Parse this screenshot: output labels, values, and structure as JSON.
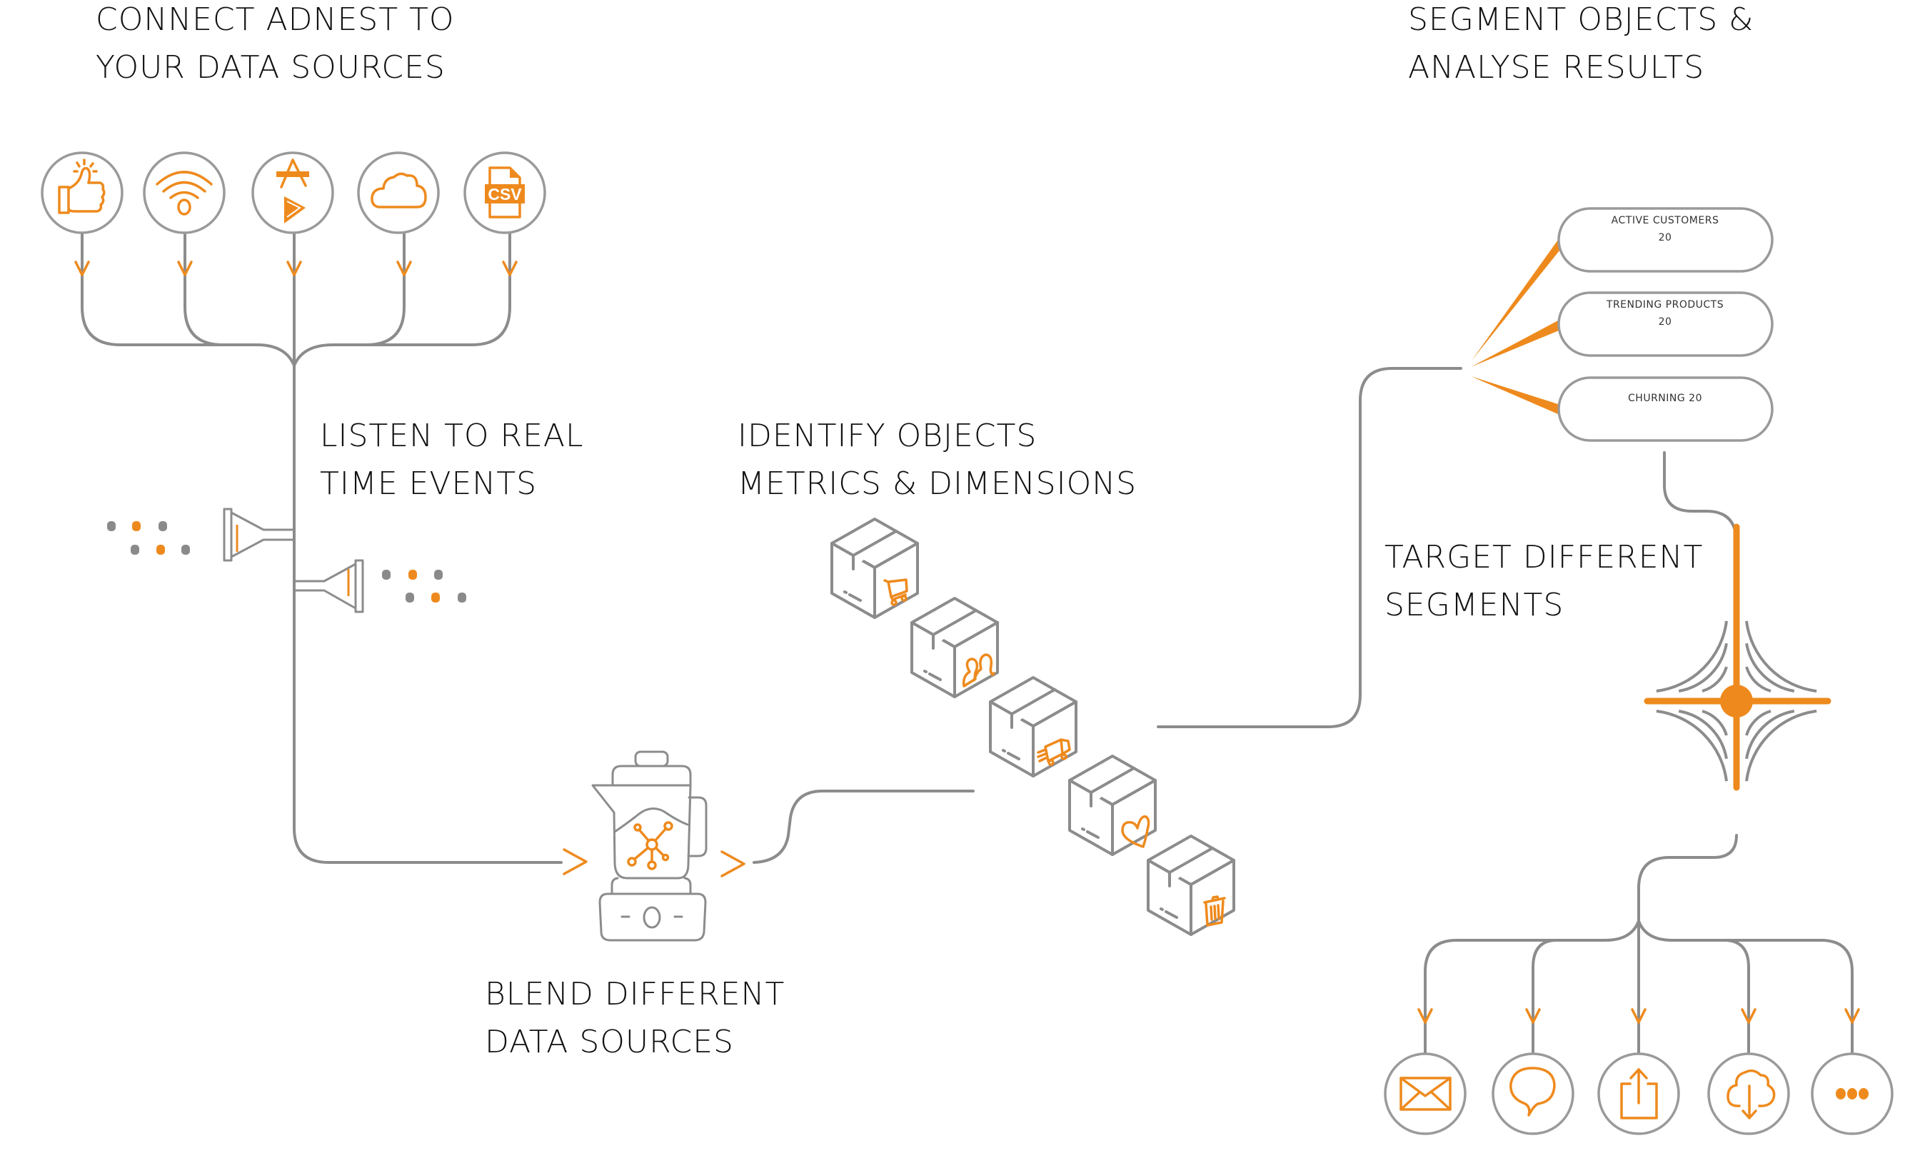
{
  "headings": {
    "connect": {
      "line1": "CONNECT ADNEST TO",
      "line2": "YOUR DATA SOURCES"
    },
    "listen": {
      "line1": "LISTEN TO REAL",
      "line2": "TIME EVENTS"
    },
    "identify": {
      "line1": "IDENTIFY OBJECTS",
      "line2": "METRICS & DIMENSIONS"
    },
    "blend": {
      "line1": "BLEND DIFFERENT",
      "line2": "DATA SOURCES"
    },
    "segment": {
      "line1": "SEGMENT OBJECTS &",
      "line2": "ANALYSE RESULTS"
    },
    "target": {
      "line1": "TARGET DIFFERENT",
      "line2": "SEGMENTS"
    }
  },
  "data_sources": [
    {
      "icon": "thumbs-up-icon"
    },
    {
      "icon": "wifi-icon"
    },
    {
      "icon": "app-store-play-icon"
    },
    {
      "icon": "cloud-icon"
    },
    {
      "icon": "csv-file-icon",
      "label": "CSV"
    }
  ],
  "event_streams": [
    {
      "dots": [
        "gray",
        "orange",
        "gray",
        "gray",
        "orange",
        "gray"
      ]
    },
    {
      "dots": [
        "gray",
        "orange",
        "gray",
        "gray",
        "orange",
        "gray"
      ]
    }
  ],
  "objects": [
    {
      "icon": "shopping-cart-icon"
    },
    {
      "icon": "users-icon"
    },
    {
      "icon": "delivery-truck-icon"
    },
    {
      "icon": "heart-icon"
    },
    {
      "icon": "trash-icon"
    }
  ],
  "segments": [
    {
      "line1": "ACTIVE CUSTOMERS",
      "line2": "20"
    },
    {
      "line1": "TRENDING PRODUCTS",
      "line2": "20"
    },
    {
      "line1": "CHURNING 20",
      "line2": ""
    }
  ],
  "outputs": [
    {
      "icon": "email-icon"
    },
    {
      "icon": "chat-bubble-icon"
    },
    {
      "icon": "share-export-icon"
    },
    {
      "icon": "cloud-download-icon"
    },
    {
      "icon": "more-dots-icon"
    }
  ],
  "colors": {
    "accent": "#ee8a1d",
    "line": "#8c8c8c",
    "text": "#111111",
    "dot_gray": "#8a8a8a"
  }
}
